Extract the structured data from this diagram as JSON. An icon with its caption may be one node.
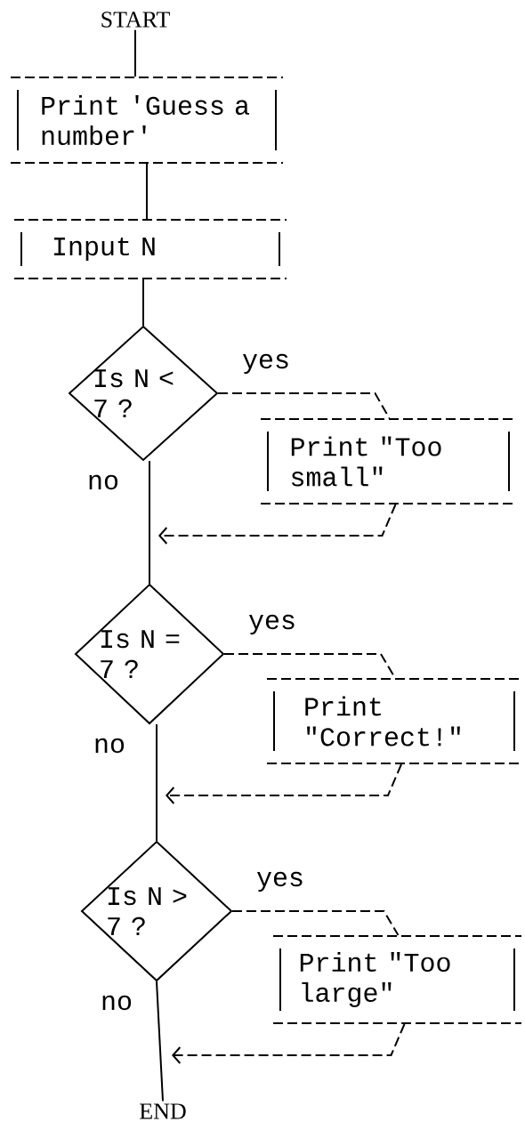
{
  "diagram": {
    "nodes": [
      {
        "text": [
          "START"
        ]
      },
      {
        "text": [
          "Print 'Guess a number'"
        ]
      },
      {
        "text": [
          "Input N"
        ]
      },
      {
        "text": [
          "Is N < 7 ?"
        ]
      },
      {
        "text": [
          "Print \"Too small\""
        ]
      },
      {
        "text": [
          "Is N = 7 ?"
        ]
      },
      {
        "text": [
          "Print \"Correct!\""
        ]
      },
      {
        "text": [
          "Is N > 7 ?"
        ]
      },
      {
        "text": [
          "Print \"Too large\""
        ]
      },
      {
        "text": [
          "END"
        ]
      }
    ],
    "edges": [
      {
        "from": 0,
        "to": 1,
        "arrow": "none"
      },
      {
        "from": 1,
        "to": 2,
        "arrow": "none"
      },
      {
        "from": 2,
        "to": 3,
        "arrow": "none"
      },
      {
        "from": 3,
        "to": 4,
        "arrow": "none",
        "label": "yes",
        "style": "dashed"
      },
      {
        "from": 4,
        "to": 5,
        "arrow": "to",
        "style": "dashed"
      },
      {
        "from": 3,
        "to": 5,
        "arrow": "none",
        "label": "no"
      },
      {
        "from": 5,
        "to": 6,
        "arrow": "none",
        "label": "yes",
        "style": "dashed"
      },
      {
        "from": 6,
        "to": 7,
        "arrow": "to",
        "style": "dashed"
      },
      {
        "from": 5,
        "to": 7,
        "arrow": "none",
        "label": "no"
      },
      {
        "from": 7,
        "to": 8,
        "arrow": "none",
        "label": "yes",
        "style": "dashed"
      },
      {
        "from": 8,
        "to": 9,
        "arrow": "to",
        "style": "dashed"
      },
      {
        "from": 7,
        "to": 9,
        "arrow": "none",
        "label": "no"
      }
    ]
  }
}
